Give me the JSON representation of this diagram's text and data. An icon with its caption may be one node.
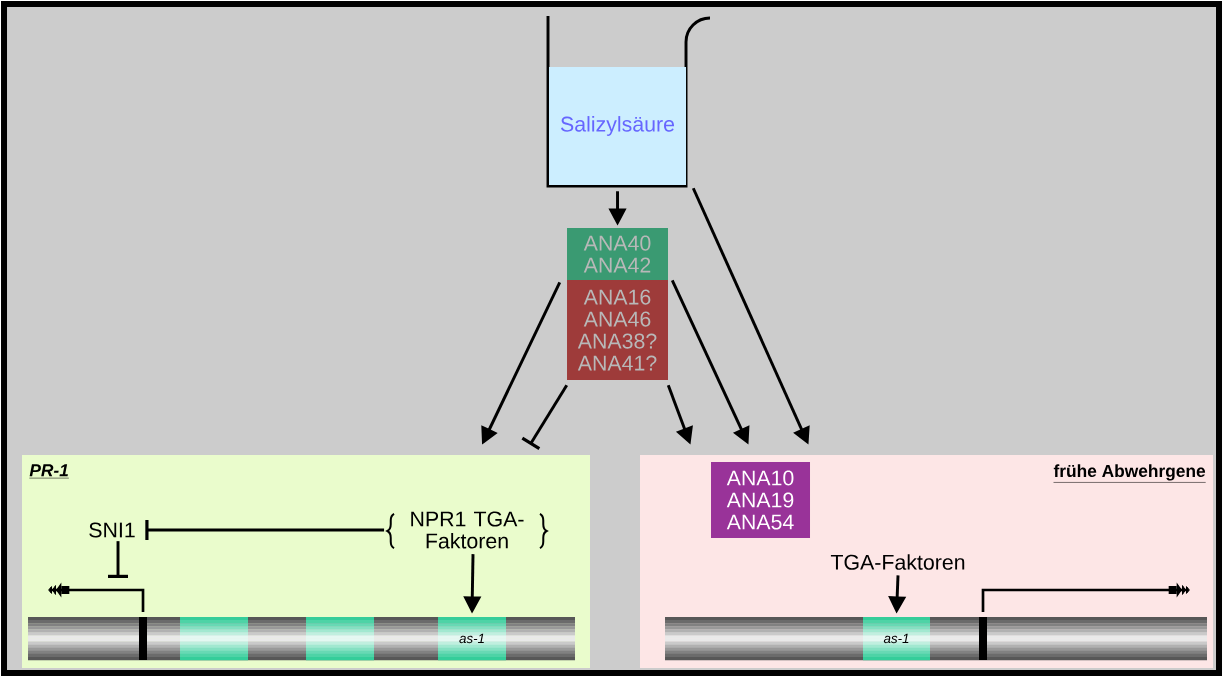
{
  "diagram": {
    "nodes": [
      {
        "text": [
          "Salizylsäure"
        ]
      },
      {
        "text": [
          "ANA40 ANA42"
        ]
      },
      {
        "text": [
          "ANA16 ANA46 ANA38? ANA41?"
        ]
      },
      {
        "text": [
          "PR-1"
        ]
      },
      {
        "text": [
          "frühe Abwehrgene"
        ]
      },
      {
        "text": [
          "ANA10 ANA19 ANA54"
        ],
        "in": 4
      },
      {
        "text": [
          "SNI1"
        ],
        "in": 3
      },
      {
        "text": [
          "NPR1 TGA-Faktoren"
        ],
        "in": 3
      },
      {
        "text": [
          "as-1"
        ],
        "in": 3
      },
      {
        "text": [
          "TGA-Faktoren"
        ],
        "in": 4
      },
      {
        "text": [
          "as-1"
        ],
        "in": 4
      }
    ],
    "edges": [
      {
        "from": 0,
        "to": 1,
        "arrow": "to"
      },
      {
        "from": 1,
        "to": 3,
        "arrow": "to"
      },
      {
        "from": 2,
        "to": 3,
        "arrow": "other"
      },
      {
        "from": 2,
        "to": 4,
        "arrow": "to"
      },
      {
        "from": 1,
        "to": 4,
        "arrow": "to"
      },
      {
        "from": 0,
        "to": 4,
        "arrow": "to"
      },
      {
        "from": 7,
        "to": 6,
        "arrow": "other"
      },
      {
        "from": 6,
        "to": null,
        "arrow": "other"
      },
      {
        "from": 7,
        "to": 8,
        "arrow": "to"
      },
      {
        "from": 9,
        "to": 10,
        "arrow": "to"
      }
    ]
  }
}
